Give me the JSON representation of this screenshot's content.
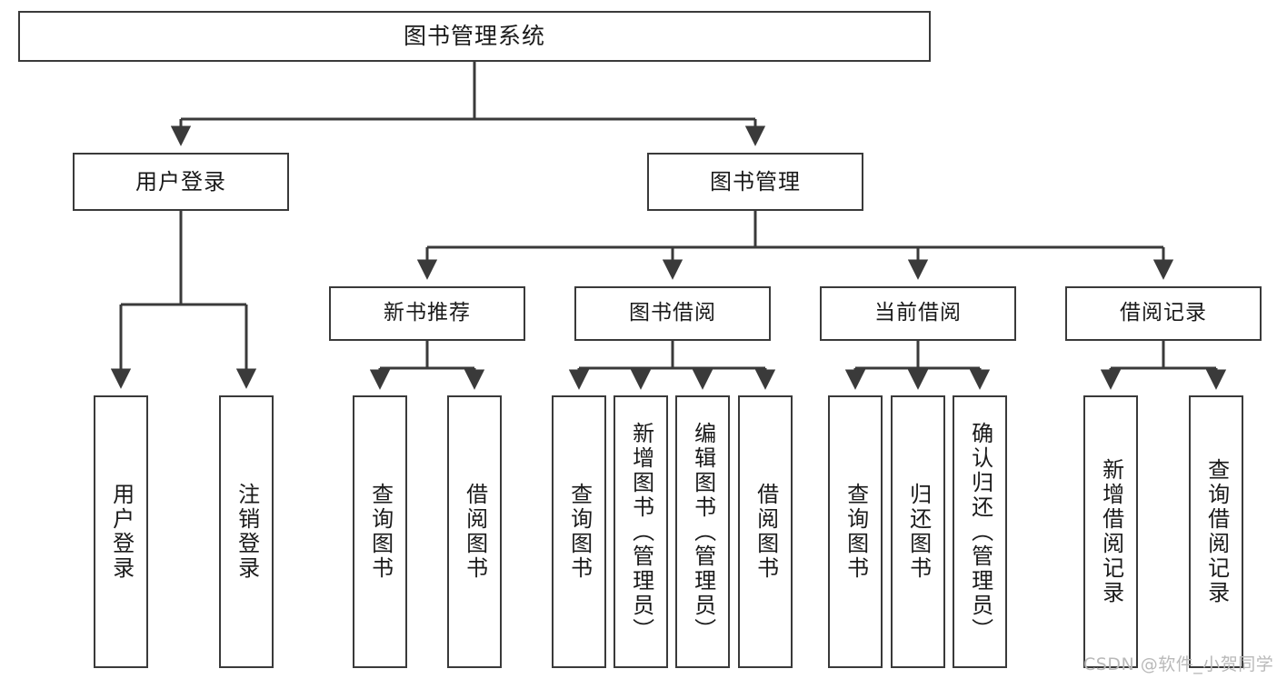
{
  "diagram": {
    "title": "图书管理系统",
    "type": "tree-hierarchy-chart",
    "watermark": "CSDN @软件_小贺同学",
    "colors": {
      "stroke": "#3a3a3a",
      "fill": "#ffffff",
      "text": "#1a1a1a",
      "watermark": "#b9b9b9"
    },
    "root": {
      "label": "图书管理系统"
    },
    "level2": [
      {
        "label": "用户登录"
      },
      {
        "label": "图书管理"
      }
    ],
    "level3": [
      {
        "label": "新书推荐"
      },
      {
        "label": "图书借阅"
      },
      {
        "label": "当前借阅"
      },
      {
        "label": "借阅记录"
      }
    ],
    "leaves": {
      "user_login": [
        {
          "label": "用户登录"
        },
        {
          "label": "注销登录"
        }
      ],
      "new_book": [
        {
          "label": "查询图书"
        },
        {
          "label": "借阅图书"
        }
      ],
      "book_borrow": [
        {
          "label": "查询图书"
        },
        {
          "label": "新增图书（管理员）"
        },
        {
          "label": "编辑图书（管理员）"
        },
        {
          "label": "借阅图书"
        }
      ],
      "current_borrow": [
        {
          "label": "查询图书"
        },
        {
          "label": "归还图书"
        },
        {
          "label": "确认归还（管理员）"
        }
      ],
      "borrow_record": [
        {
          "label": "新增借阅记录"
        },
        {
          "label": "查询借阅记录"
        }
      ]
    }
  }
}
